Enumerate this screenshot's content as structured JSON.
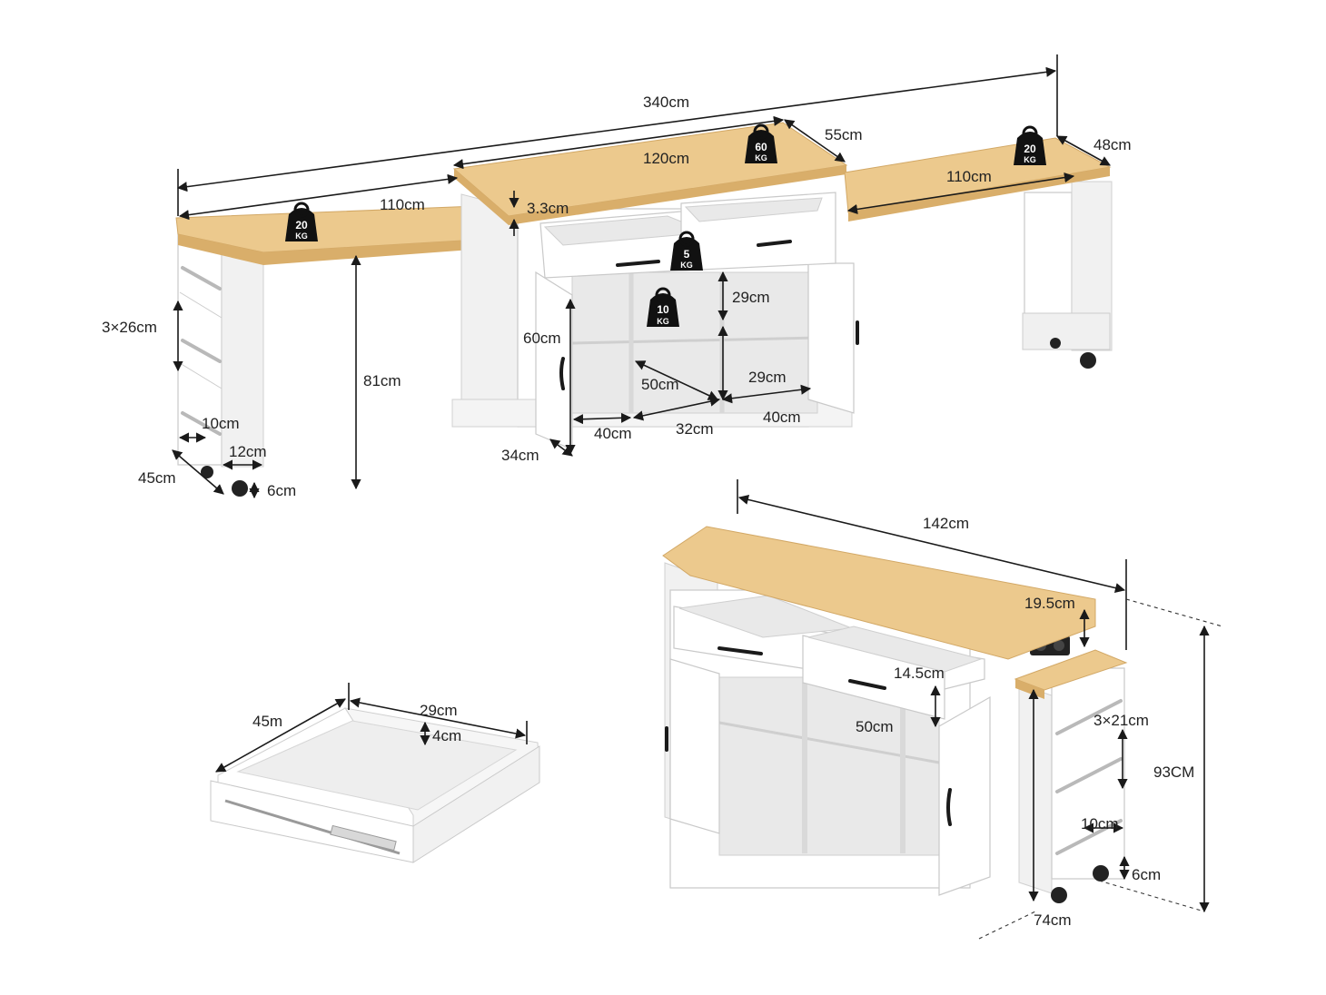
{
  "top_view": {
    "overall_length": "340cm",
    "left_extension_length": "110cm",
    "center_top_length": "120cm",
    "right_extension_length": "110cm",
    "depth": "55cm",
    "right_depth": "48cm",
    "top_thickness": "3.3cm",
    "cabinet_height": "60cm",
    "shelf_height": "29cm",
    "shelf_width_upper": "29cm",
    "compartment_depth": "50cm",
    "side_width_left": "40cm",
    "middle_width": "32cm",
    "side_width_right": "40cm",
    "base_depth": "34cm",
    "table_height": "81cm",
    "rack_shelves": "3×26cm",
    "rack_rail": "10cm",
    "rack_gap": "12cm",
    "rack_depth": "45cm",
    "wheel_height": "6cm"
  },
  "load_badges": {
    "center_top": {
      "value": "60",
      "unit": "KG"
    },
    "left_extension": {
      "value": "20",
      "unit": "KG"
    },
    "right_extension": {
      "value": "20",
      "unit": "KG"
    },
    "drawer": {
      "value": "5",
      "unit": "KG"
    },
    "shelf": {
      "value": "10",
      "unit": "KG"
    }
  },
  "drawer_view": {
    "depth": "45m",
    "width": "29cm",
    "height": "4cm"
  },
  "closed_view": {
    "length": "142cm",
    "overhang": "19.5cm",
    "drawer_height": "14.5cm",
    "shelf_depth": "50cm",
    "rack_shelves": "3×21cm",
    "total_height": "93CM",
    "rack_rail": "10cm",
    "wheel_height": "6cm",
    "base_depth": "74cm"
  },
  "colors": {
    "wood": "#ecc98d",
    "cabinet": "#ffffff",
    "badge": "#111111",
    "lines": "#1a1a1a"
  }
}
